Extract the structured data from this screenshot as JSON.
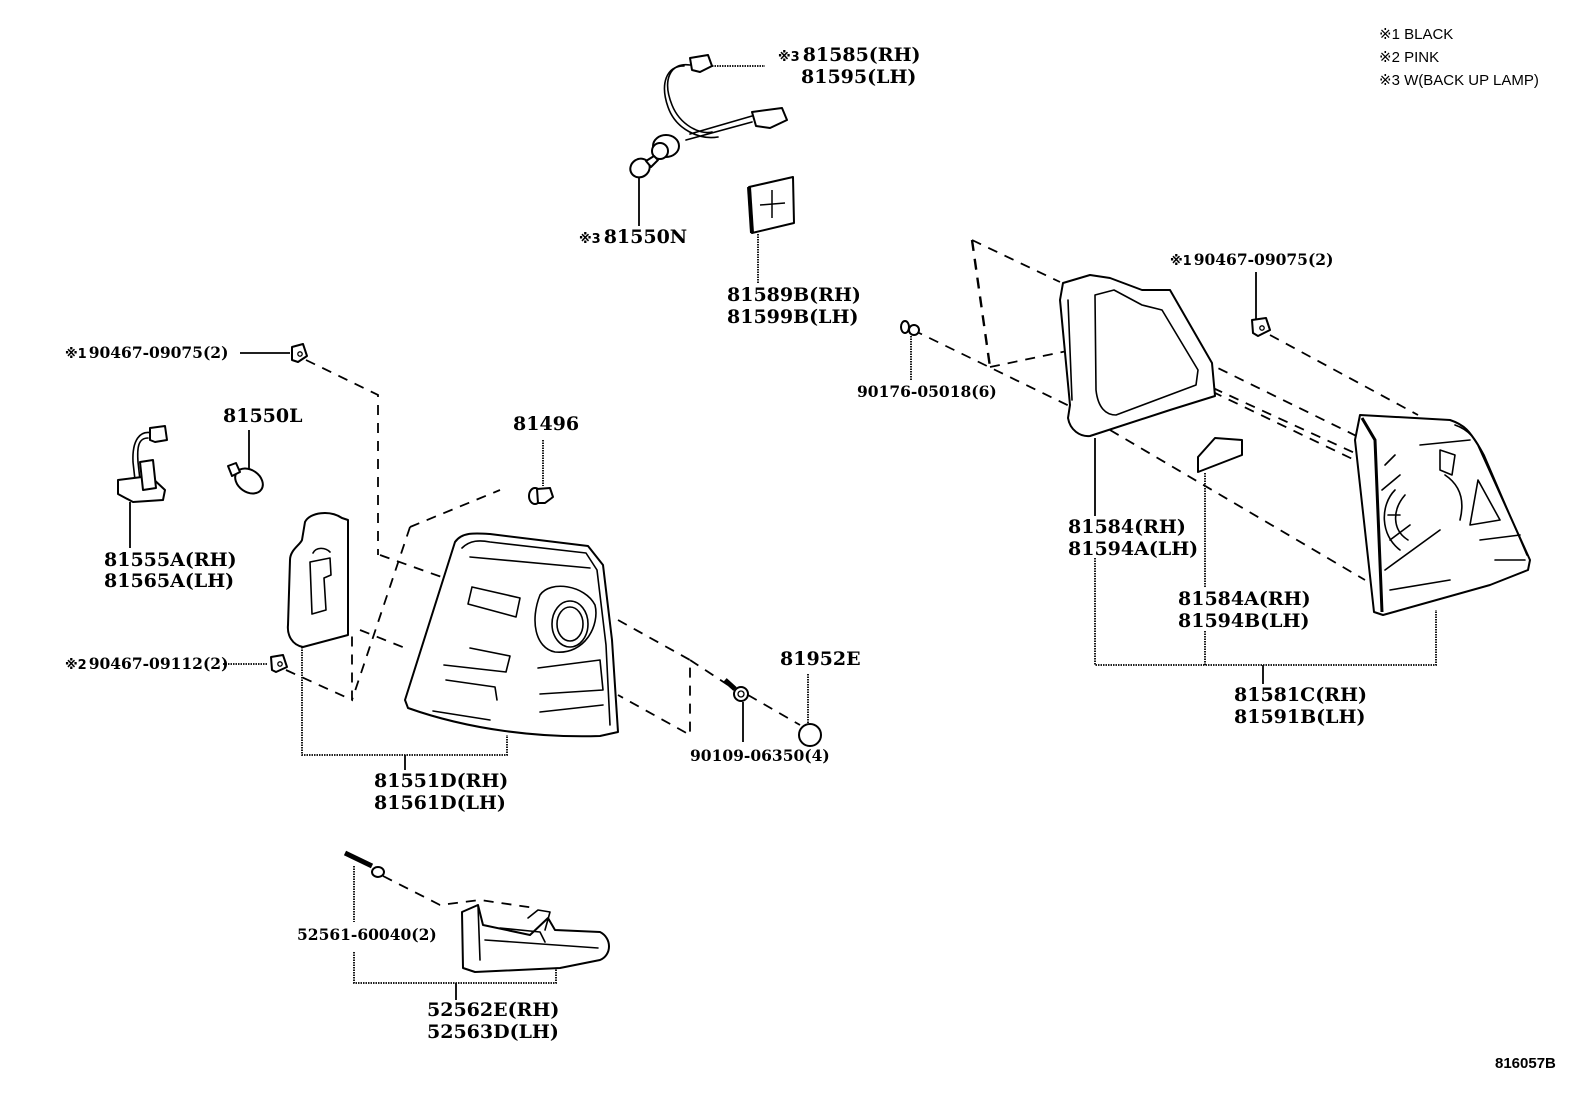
{
  "diagram": {
    "legend": [
      {
        "marker": "※1",
        "text": "BLACK"
      },
      {
        "marker": "※2",
        "text": "PINK"
      },
      {
        "marker": "※3",
        "text": "W(BACK UP LAMP)"
      }
    ],
    "drawing_code": "816057B",
    "parts": {
      "socket_wire_upper": {
        "marker": "※3",
        "line1": "81585(RH)",
        "line2": "81595(LH)"
      },
      "bulb_upper": {
        "marker": "※3",
        "line1": "81550N"
      },
      "label_plate": {
        "line1": "81589B(RH)",
        "line2": "81599B(LH)"
      },
      "clip_left_black": {
        "marker": "※1",
        "line1": "90467-09075(2)"
      },
      "bulb_left": {
        "line1": "81550L"
      },
      "socket_wire_left": {
        "line1": "81555A(RH)",
        "line2": "81565A(LH)"
      },
      "clip_left_pink": {
        "marker": "※2",
        "line1": "90467-09112(2)"
      },
      "cushion": {
        "line1": "81496"
      },
      "cap": {
        "line1": "81952E"
      },
      "screw_lamp": {
        "line1": "90109-06350(4)"
      },
      "rear_lamp_assy": {
        "line1": "81551D(RH)",
        "line2": "81561D(LH)"
      },
      "screw_mudguard": {
        "line1": "52561-60040(2)"
      },
      "mudguard_bracket": {
        "line1": "52562E(RH)",
        "line2": "52563D(LH)"
      },
      "screw_right": {
        "line1": "90176-05018(6)"
      },
      "clip_right_black": {
        "marker": "※1",
        "line1": "90467-09075(2)"
      },
      "gasket": {
        "line1": "81584(RH)",
        "line2": "81594A(LH)"
      },
      "pad": {
        "line1": "81584A(RH)",
        "line2": "81594B(LH)"
      },
      "lens_housing_assy": {
        "line1": "81581C(RH)",
        "line2": "81591B(LH)"
      }
    }
  }
}
